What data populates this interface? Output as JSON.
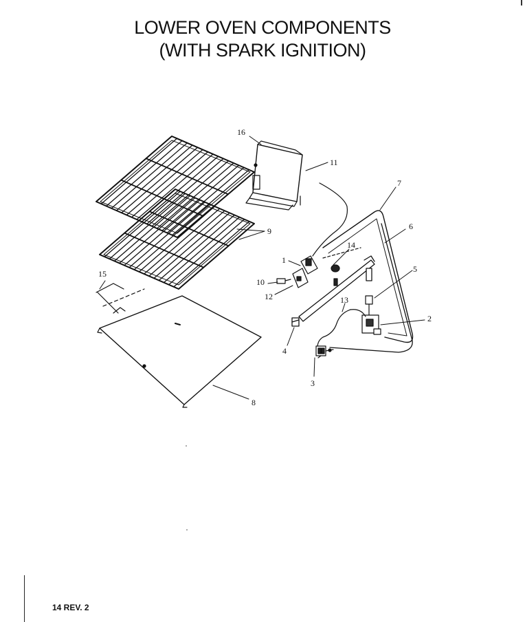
{
  "title": {
    "line1": "LOWER OVEN COMPONENTS",
    "line2": "(WITH SPARK IGNITION)"
  },
  "callouts": {
    "c1": "1",
    "c2": "2",
    "c3": "3",
    "c4": "4",
    "c5": "5",
    "c6": "6",
    "c7": "7",
    "c8": "8",
    "c9": "9",
    "c10": "10",
    "c11": "11",
    "c12": "12",
    "c13": "13",
    "c14": "14",
    "c15": "15",
    "c16": "16"
  },
  "footer": {
    "page": "14 REV. 2"
  }
}
